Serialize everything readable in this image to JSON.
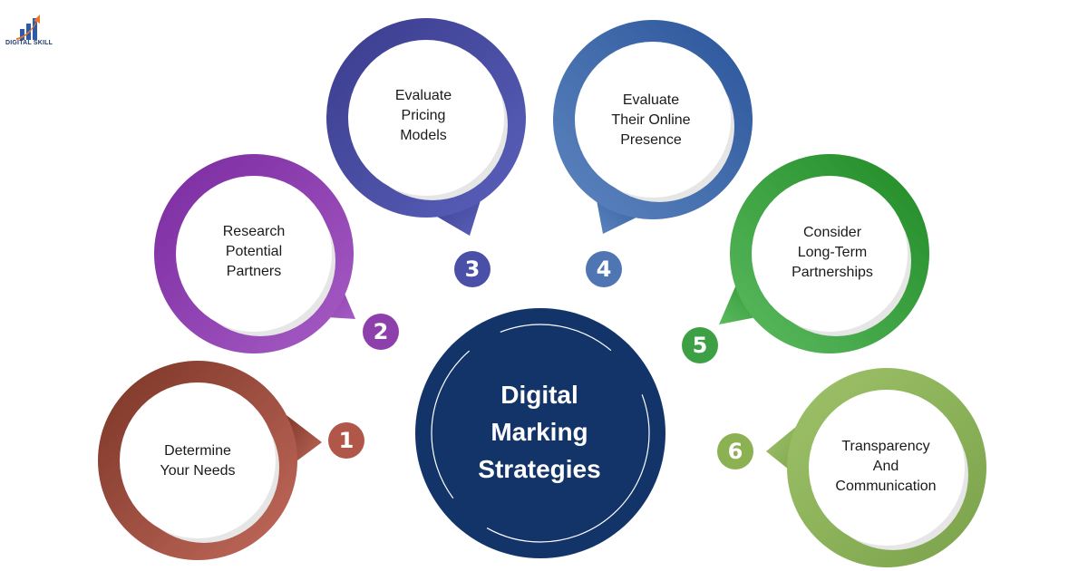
{
  "brand": {
    "name": "DIGITAL SKILL",
    "icon": "bar-chart-arrow-logo"
  },
  "center": {
    "title": "Digital\nMarking\nStrategies",
    "color": "#133469"
  },
  "steps": [
    {
      "number": "1",
      "label": "Determine\nYour Needs",
      "color": "#b0574a"
    },
    {
      "number": "2",
      "label": "Research\nPotential\nPartners",
      "color": "#8d3fab"
    },
    {
      "number": "3",
      "label": "Evaluate\nPricing\nModels",
      "color": "#4a4fa8"
    },
    {
      "number": "4",
      "label": "Evaluate\nTheir Online\nPresence",
      "color": "#4f76b3"
    },
    {
      "number": "5",
      "label": "Consider\nLong-Term\nPartnerships",
      "color": "#3da044"
    },
    {
      "number": "6",
      "label": "Transparency\nAnd\nCommunication",
      "color": "#8bb153"
    }
  ]
}
